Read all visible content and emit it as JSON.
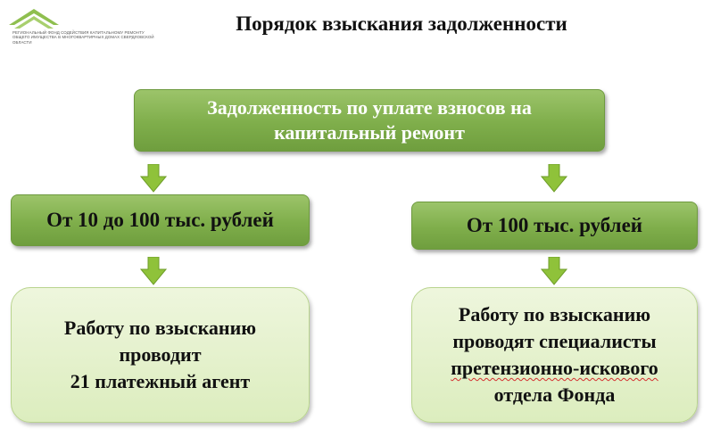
{
  "logo": {
    "icon": "house-roof-icon",
    "text": "Региональный фонд содействия капитальному ремонту общего имущества в многоквартирных домах Свердловской области",
    "color": "#8fbf4f"
  },
  "title": "Порядок взыскания задолженности",
  "diagram": {
    "top": "Задолженность по уплате взносов на капитальный ремонт",
    "left_branch": {
      "range": "От 10 до 100 тыс. рублей",
      "lines": [
        "Работу по взысканию",
        "проводит",
        "21 платежный агент"
      ]
    },
    "right_branch": {
      "range": "От 100 тыс. рублей",
      "lines": [
        "Работу по взысканию",
        "проводят специалисты",
        "претензионно-искового",
        "отдела Фонда"
      ]
    }
  },
  "colors": {
    "dark_green": "#7fae4b",
    "light_green": "#dcedbe",
    "arrow_green": "#8fc23a"
  }
}
